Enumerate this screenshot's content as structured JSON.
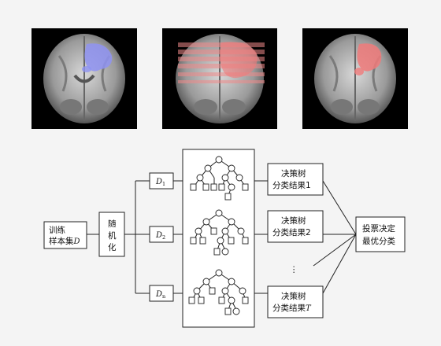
{
  "panels": [
    {
      "overlay": "blue",
      "color": "#8f93f2"
    },
    {
      "overlay": "red-banded",
      "color": "#f08a8a"
    },
    {
      "overlay": "red",
      "color": "#f07a7a"
    }
  ],
  "sample": {
    "line1": "训练",
    "line2": "样本集",
    "var": "D"
  },
  "random": [
    "随",
    "机",
    "化"
  ],
  "subsets": [
    {
      "main": "D",
      "sub": "1"
    },
    {
      "main": "D",
      "sub": "2"
    },
    {
      "main": "D",
      "sub": "n"
    }
  ],
  "results": [
    {
      "line1": "决策树",
      "line2": "分类结果",
      "suffix": "1"
    },
    {
      "line1": "决策树",
      "line2": "分类结果",
      "suffix": "2"
    },
    {
      "line1": "决策树",
      "line2": "分类结果",
      "suffix": "T"
    }
  ],
  "ellipsis": "⋮",
  "vote": {
    "line1": "投票决定",
    "line2": "最优分类"
  },
  "colors": {
    "line": "#222222",
    "background": "#f4f4f4",
    "panel_bg": "#000000"
  }
}
